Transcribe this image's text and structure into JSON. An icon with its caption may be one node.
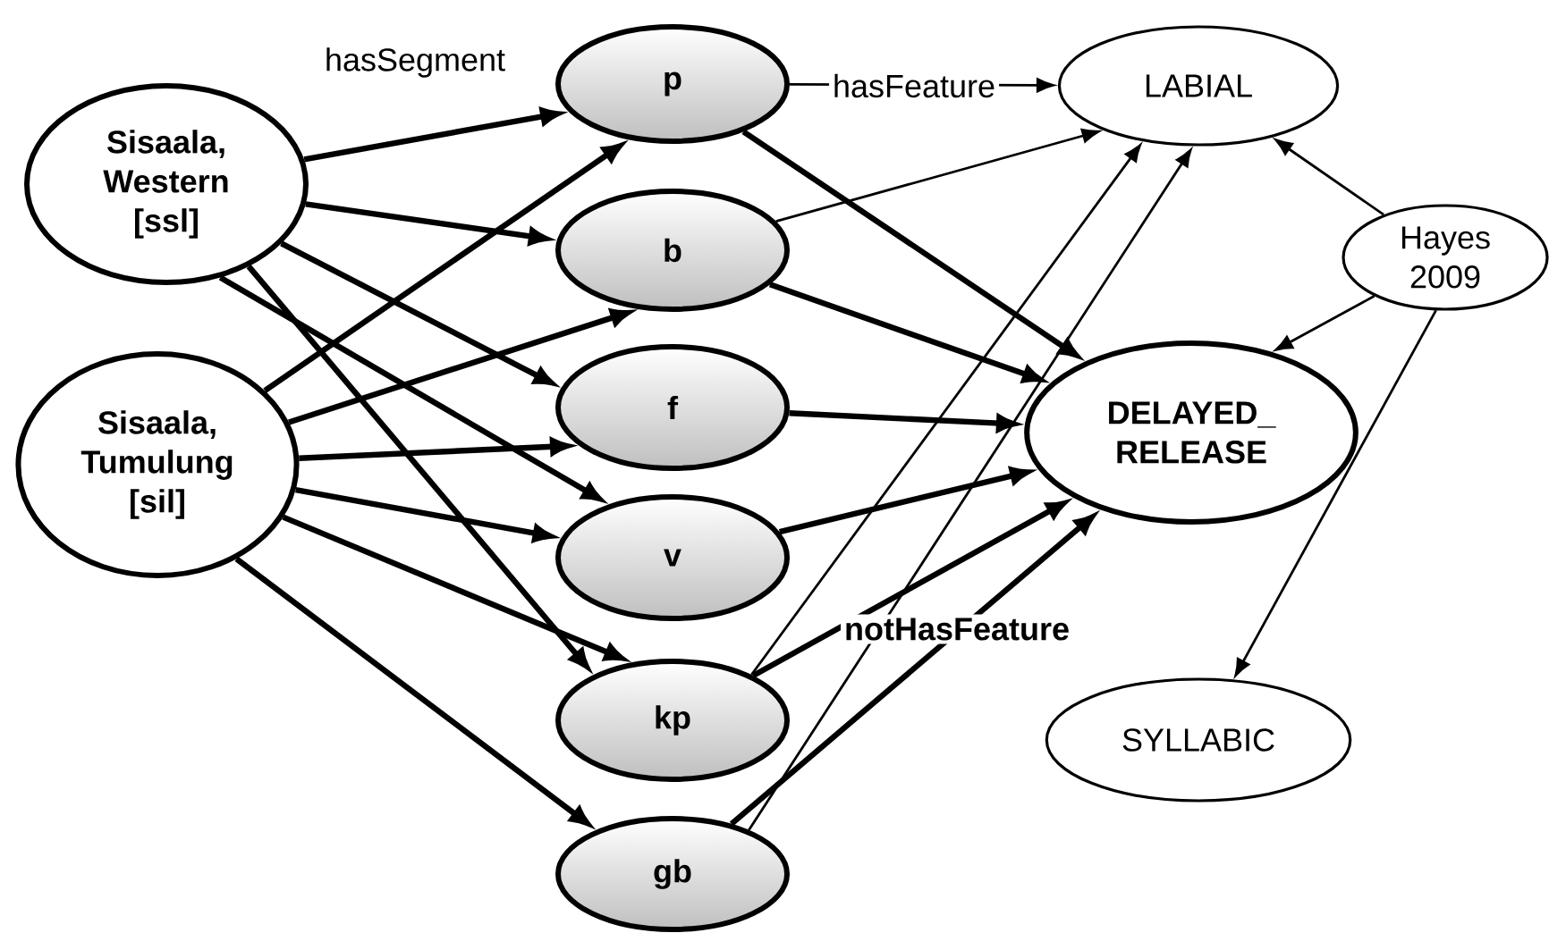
{
  "diagram": {
    "nodes": [
      {
        "text": [
          "Sisaala, Western [ssl]"
        ]
      },
      {
        "text": [
          "Sisaala, Tumulung [sil]"
        ]
      },
      {
        "text": [
          "p"
        ]
      },
      {
        "text": [
          "b"
        ]
      },
      {
        "text": [
          "f"
        ]
      },
      {
        "text": [
          "v"
        ]
      },
      {
        "text": [
          "kp"
        ]
      },
      {
        "text": [
          "gb"
        ]
      },
      {
        "text": [
          "LABIAL"
        ]
      },
      {
        "text": [
          "DELAYED_ RELEASE"
        ]
      },
      {
        "text": [
          "Hayes 2009"
        ]
      },
      {
        "text": [
          "SYLLABIC"
        ]
      }
    ],
    "edges": [
      {
        "from": 0,
        "to": 2,
        "arrow": "to",
        "label": "hasSegment"
      },
      {
        "from": 0,
        "to": 3,
        "arrow": "to"
      },
      {
        "from": 0,
        "to": 4,
        "arrow": "to"
      },
      {
        "from": 0,
        "to": 5,
        "arrow": "to"
      },
      {
        "from": 0,
        "to": 6,
        "arrow": "to"
      },
      {
        "from": 1,
        "to": 2,
        "arrow": "to"
      },
      {
        "from": 1,
        "to": 3,
        "arrow": "to"
      },
      {
        "from": 1,
        "to": 4,
        "arrow": "to"
      },
      {
        "from": 1,
        "to": 5,
        "arrow": "to"
      },
      {
        "from": 1,
        "to": 6,
        "arrow": "to"
      },
      {
        "from": 1,
        "to": 7,
        "arrow": "to"
      },
      {
        "from": 2,
        "to": 8,
        "arrow": "to",
        "label": "hasFeature"
      },
      {
        "from": 2,
        "to": 9,
        "arrow": "to"
      },
      {
        "from": 3,
        "to": 8,
        "arrow": "to"
      },
      {
        "from": 3,
        "to": 9,
        "arrow": "to"
      },
      {
        "from": 4,
        "to": 9,
        "arrow": "to"
      },
      {
        "from": 5,
        "to": 9,
        "arrow": "to"
      },
      {
        "from": 6,
        "to": 8,
        "arrow": "to"
      },
      {
        "from": 6,
        "to": 9,
        "arrow": "to",
        "label": "notHasFeature"
      },
      {
        "from": 7,
        "to": 8,
        "arrow": "to"
      },
      {
        "from": 7,
        "to": 9,
        "arrow": "to"
      },
      {
        "from": 10,
        "to": 8,
        "arrow": "to"
      },
      {
        "from": 10,
        "to": 9,
        "arrow": "to"
      },
      {
        "from": 10,
        "to": 11,
        "arrow": "to"
      }
    ]
  }
}
